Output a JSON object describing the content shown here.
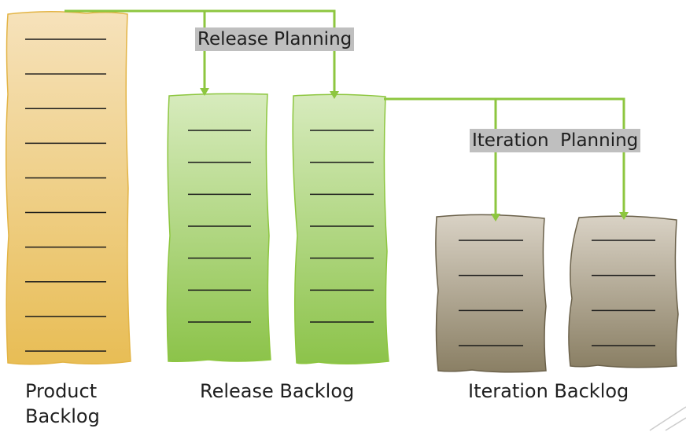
{
  "colors": {
    "connector": "#8dc63f",
    "product_top": "#f6e2bb",
    "product_bottom": "#e8bd55",
    "product_edge": "#e3b445",
    "release_top": "#d7ebbd",
    "release_bottom": "#8cc34a",
    "release_edge": "#8dc63f",
    "iteration_top": "#d9d2c5",
    "iteration_bottom": "#8a7f64",
    "iteration_edge": "#6b614a",
    "label_bg": "#bfbfbf"
  },
  "labels": {
    "release_planning": "Release Planning",
    "iteration_planning": "Iteration  Planning",
    "product_backlog_line1": "Product",
    "product_backlog_line2": "Backlog",
    "release_backlog": "Release Backlog",
    "iteration_backlog": "Iteration Backlog"
  },
  "diagram": {
    "product_backlog_items": 10,
    "release_backlog_items_per_card": 7,
    "iteration_backlog_items_per_card": 4
  }
}
